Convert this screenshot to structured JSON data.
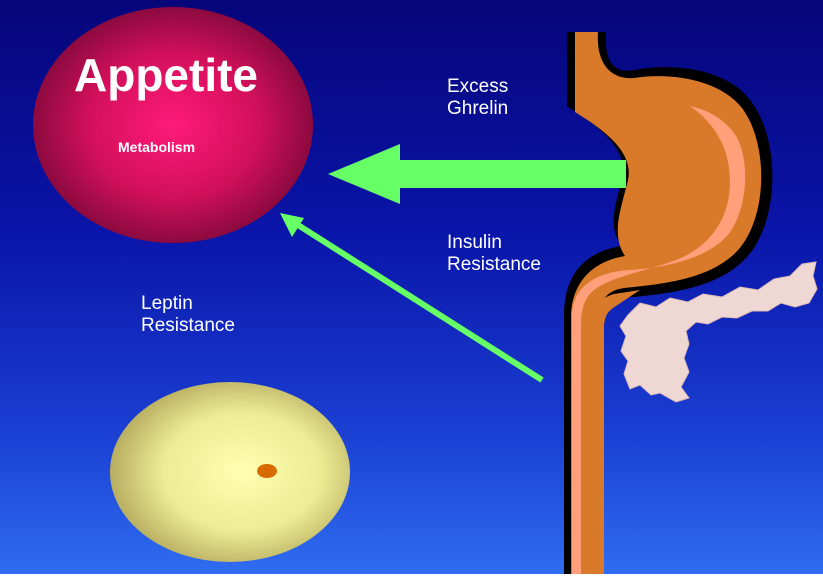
{
  "appetite_circle": {
    "title": "Appetite",
    "subtitle": "Metabolism"
  },
  "labels": {
    "ghrelin": [
      "Excess",
      "Ghrelin"
    ],
    "insulin": [
      "Insulin",
      "Resistance"
    ],
    "leptin": [
      "Leptin",
      "Resistance"
    ]
  },
  "colors": {
    "background_top": "#06067a",
    "background_bottom": "#2f6cf0",
    "appetite_center": "#ff1a7a",
    "appetite_edge": "#7a0838",
    "arrow": "#66ff66",
    "stomach": "#d97a2a",
    "stomach_lining": "#ffa07a",
    "pancreas": "#efd7d4",
    "fat_cell_center": "#ffffb0",
    "fat_cell_edge": "#b8ad60",
    "nucleus": "#d86a00"
  },
  "icons": {
    "stomach": "stomach-esophagus-icon",
    "pancreas": "pancreas-icon",
    "fat_cell": "fat-cell-icon"
  }
}
